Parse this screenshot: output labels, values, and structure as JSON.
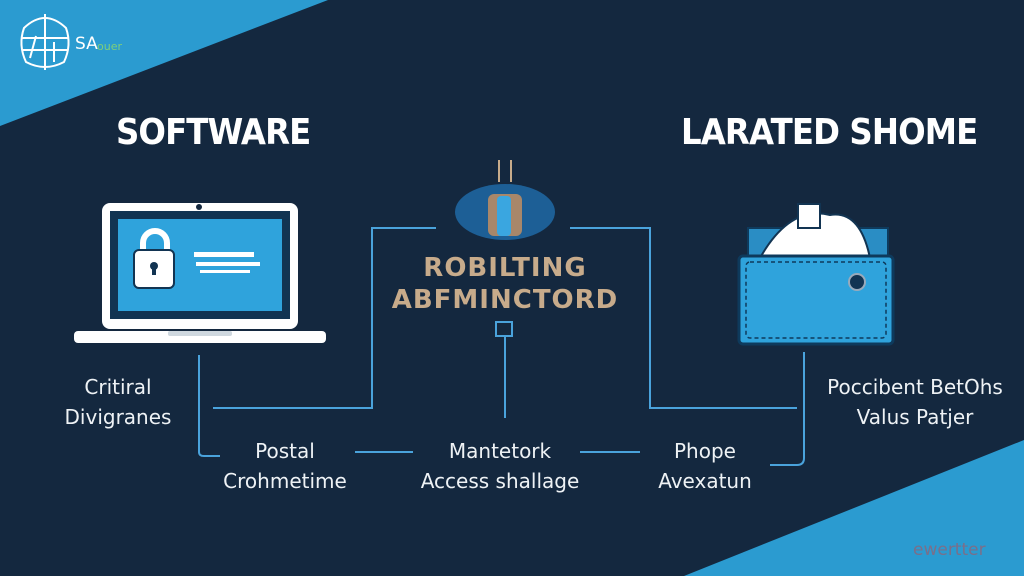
{
  "logo": {
    "mark_text": "SA",
    "sub_text": "ouer"
  },
  "watermark": {
    "text": "ewertter"
  },
  "headings": {
    "left": "SOFTWARE",
    "right": "LARATED SHOME"
  },
  "center": {
    "line1": "ROBILTING",
    "line2": "ABFMINCTORD"
  },
  "labels": {
    "left_line1": "Critiral",
    "left_line2": "Divigranes",
    "right_line1": "Poccibent BetOhs",
    "right_line2": "Valus Patjer",
    "bottom": [
      {
        "line1": "Postal",
        "line2": "Crohmetime"
      },
      {
        "line1": "Mantetork",
        "line2": "Access shallage"
      },
      {
        "line1": "Phope",
        "line2": "Avexatun"
      }
    ]
  },
  "colors": {
    "background": "#14283f",
    "accent": "#2b9bd0",
    "line": "#4aa3dc",
    "center_text": "#c7ab8b"
  }
}
